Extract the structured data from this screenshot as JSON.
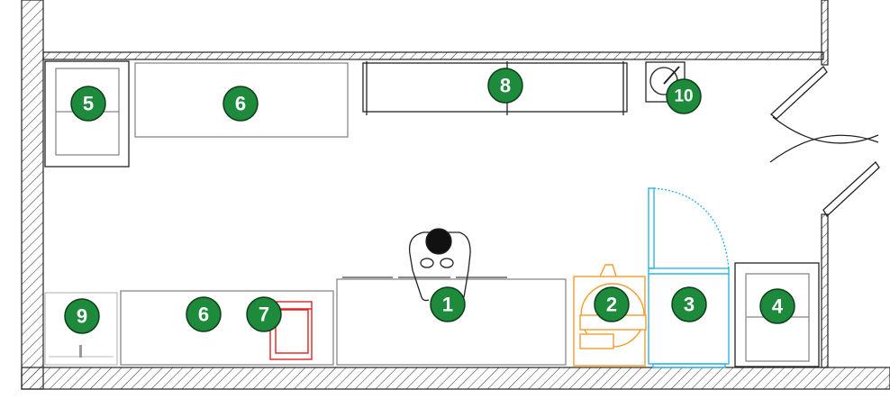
{
  "title": "Kitchen floor plan",
  "colors": {
    "marker": "#1e8a3c",
    "oven": "#f39c2b",
    "fridge": "#29b6e8",
    "dishwasher": "#e02020"
  },
  "markers": {
    "m1": "1",
    "m2": "2",
    "m3": "3",
    "m4": "4",
    "m5": "5",
    "m6a": "6",
    "m6b": "6",
    "m7": "7",
    "m8": "8",
    "m9": "9",
    "m10": "10"
  }
}
